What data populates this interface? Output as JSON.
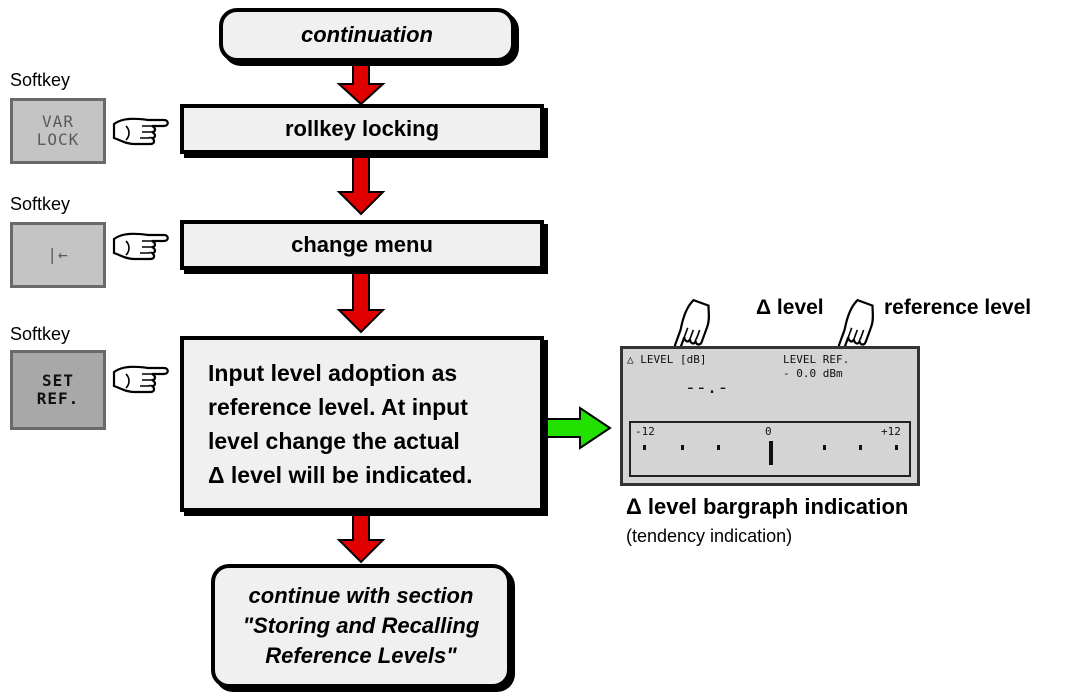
{
  "flow": {
    "start_label": "continuation",
    "step1_label": "rollkey locking",
    "step2_label": "change menu",
    "step3_lines": [
      "Input level adoption as",
      "reference level. At input",
      "level change the actual",
      "Δ  level will be indicated."
    ],
    "end_lines": [
      "continue with section",
      "\"Storing and Recalling",
      "Reference Levels\""
    ]
  },
  "softkeys": [
    {
      "caption": "Softkey",
      "lines": [
        "VAR",
        "LOCK"
      ],
      "icon": "pointing-hand-icon"
    },
    {
      "caption": "Softkey",
      "lines": [
        "|←"
      ],
      "icon": "pointing-hand-icon"
    },
    {
      "caption": "Softkey",
      "lines": [
        "SET",
        "REF."
      ],
      "icon": "pointing-hand-icon"
    }
  ],
  "display": {
    "level_header": "△ LEVEL [dB]",
    "level_value": "--.-",
    "ref_header": "LEVEL REF.",
    "ref_value": "- 0.0 dBm",
    "scale_left": "-12",
    "scale_mid": "0",
    "scale_right": "+12"
  },
  "annotations": {
    "delta_level": "Δ  level",
    "reference_level": "reference level",
    "bargraph_title": "Δ  level bargraph indication",
    "bargraph_subtitle": "(tendency indication)"
  },
  "colors": {
    "flow_arrow": "#e00000",
    "pointer_arrow": "#22e000",
    "box_fill": "#f0f0f0"
  }
}
